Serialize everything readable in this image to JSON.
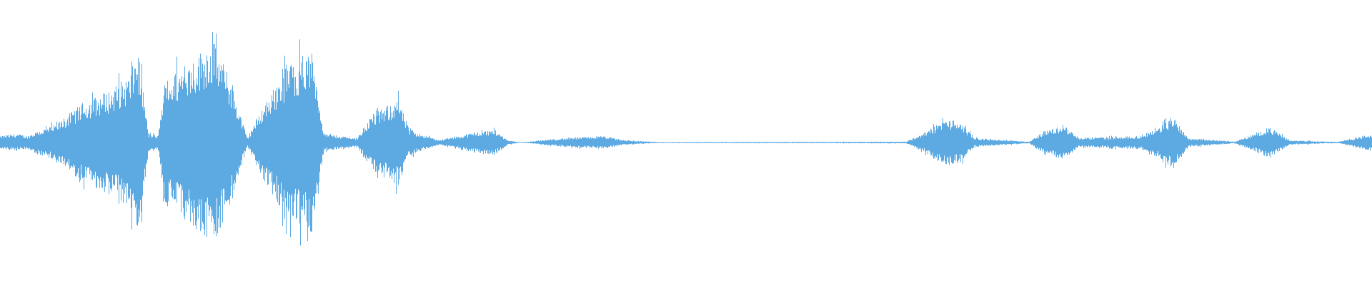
{
  "waveform": {
    "color": "#5DAAE3",
    "amplitude_envelope": [
      [
        0.0,
        0.03
      ],
      [
        0.012,
        0.04
      ],
      [
        0.02,
        0.03
      ],
      [
        0.026,
        0.05
      ],
      [
        0.04,
        0.08
      ],
      [
        0.06,
        0.18
      ],
      [
        0.08,
        0.24
      ],
      [
        0.095,
        0.31
      ],
      [
        0.1,
        0.44
      ],
      [
        0.103,
        0.3
      ],
      [
        0.108,
        0.04
      ],
      [
        0.115,
        0.03
      ],
      [
        0.12,
        0.28
      ],
      [
        0.14,
        0.38
      ],
      [
        0.155,
        0.47
      ],
      [
        0.168,
        0.28
      ],
      [
        0.18,
        0.02
      ],
      [
        0.19,
        0.15
      ],
      [
        0.21,
        0.36
      ],
      [
        0.228,
        0.41
      ],
      [
        0.236,
        0.04
      ],
      [
        0.26,
        0.02
      ],
      [
        0.27,
        0.12
      ],
      [
        0.29,
        0.2
      ],
      [
        0.298,
        0.06
      ],
      [
        0.32,
        0.01
      ],
      [
        0.34,
        0.04
      ],
      [
        0.36,
        0.06
      ],
      [
        0.37,
        0.01
      ],
      [
        0.38,
        0.0
      ],
      [
        0.41,
        0.02
      ],
      [
        0.44,
        0.03
      ],
      [
        0.455,
        0.01
      ],
      [
        0.48,
        0.002
      ],
      [
        0.55,
        0.003
      ],
      [
        0.6,
        0.003
      ],
      [
        0.66,
        0.004
      ],
      [
        0.675,
        0.05
      ],
      [
        0.69,
        0.11
      ],
      [
        0.7,
        0.09
      ],
      [
        0.71,
        0.02
      ],
      [
        0.75,
        0.004
      ],
      [
        0.76,
        0.05
      ],
      [
        0.775,
        0.08
      ],
      [
        0.786,
        0.02
      ],
      [
        0.83,
        0.03
      ],
      [
        0.845,
        0.07
      ],
      [
        0.855,
        0.12
      ],
      [
        0.866,
        0.02
      ],
      [
        0.9,
        0.004
      ],
      [
        0.91,
        0.03
      ],
      [
        0.925,
        0.07
      ],
      [
        0.94,
        0.01
      ],
      [
        0.975,
        0.003
      ],
      [
        0.98,
        0.01
      ],
      [
        1.0,
        0.04
      ]
    ]
  }
}
